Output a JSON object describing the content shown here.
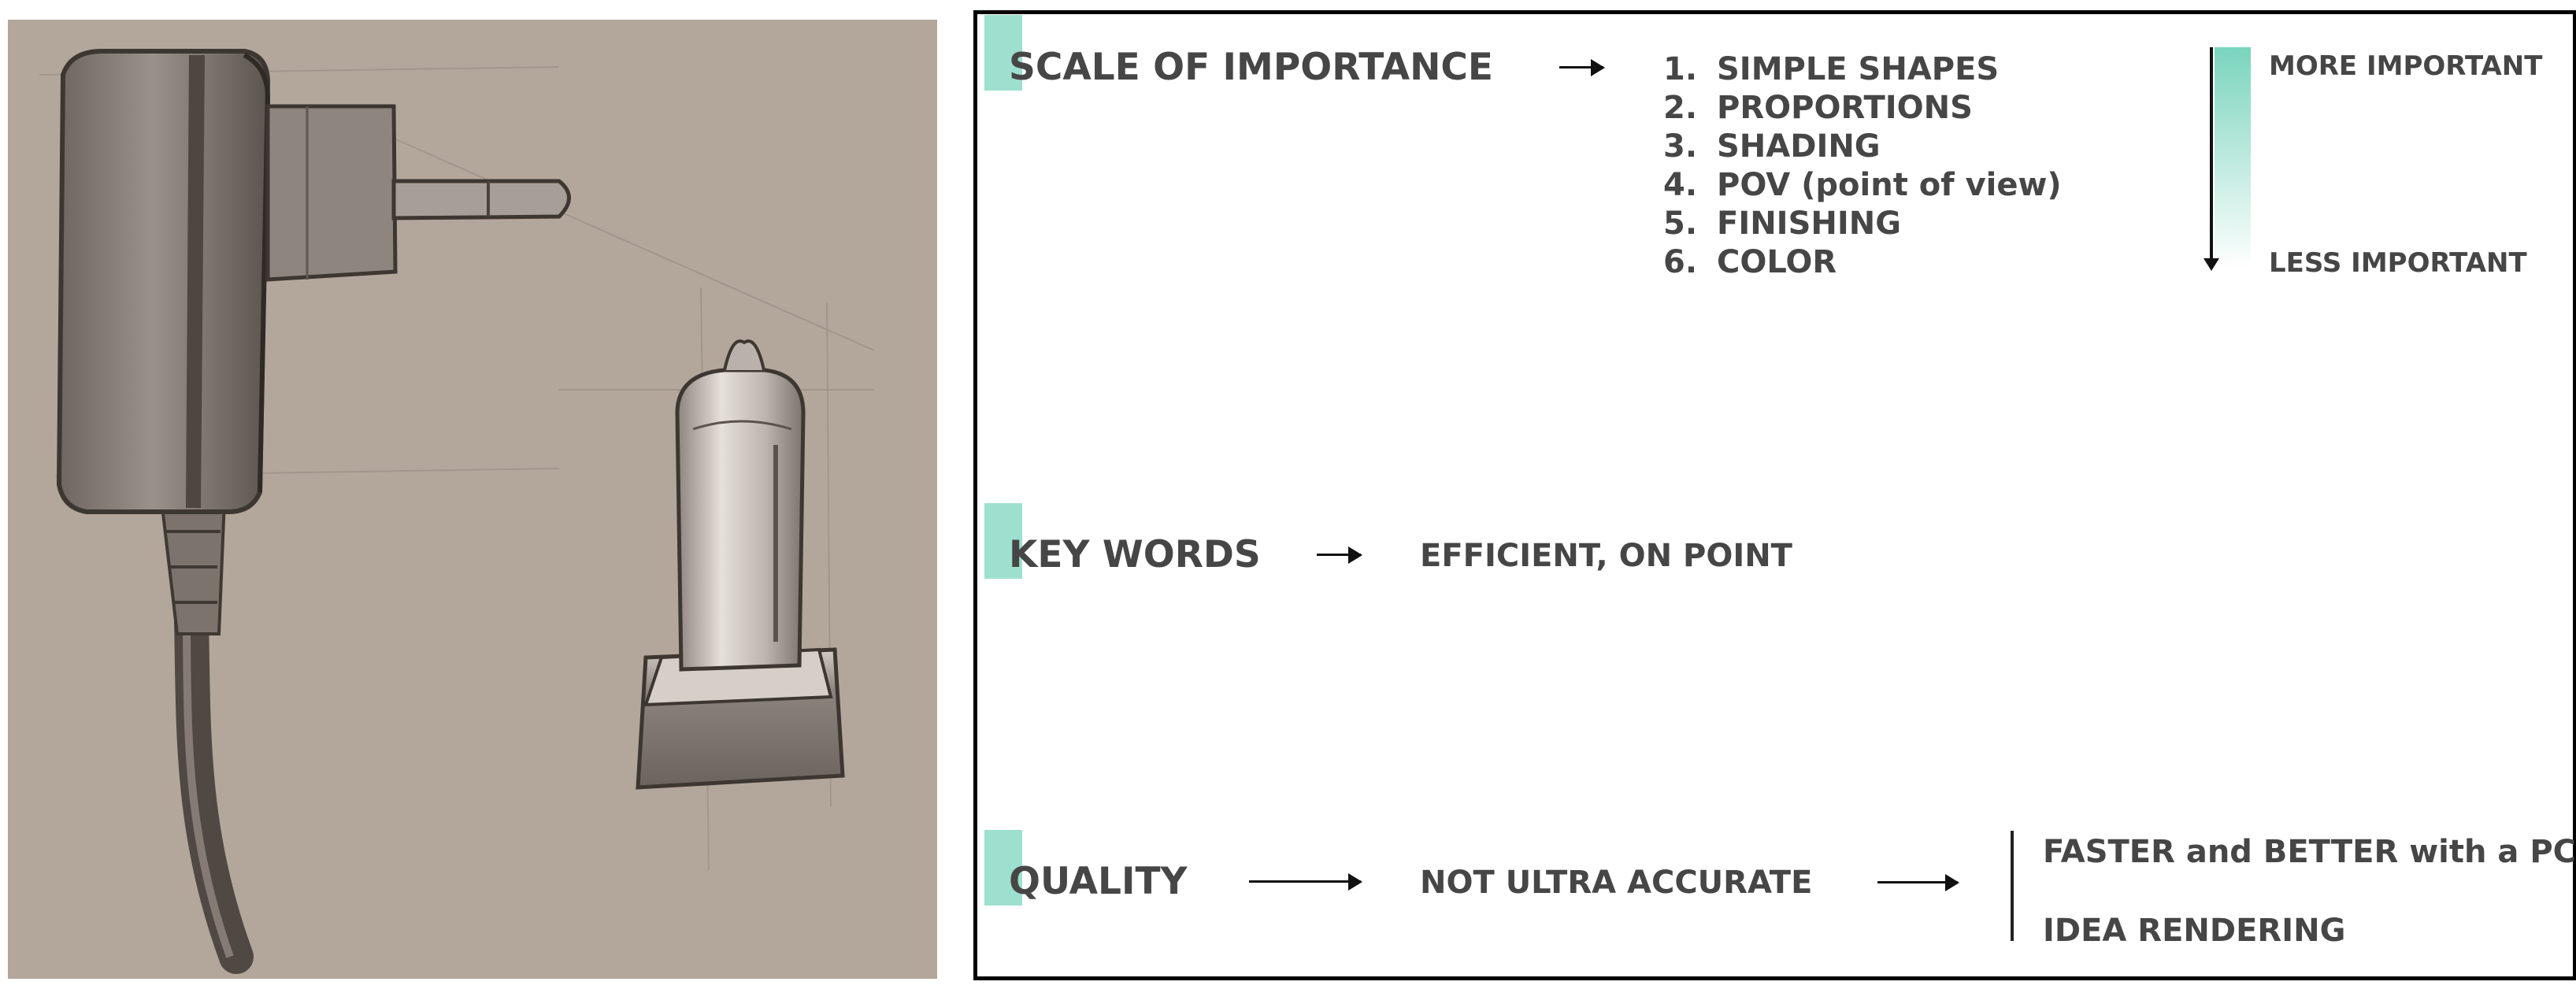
{
  "scale": {
    "heading": "SCALE OF IMPORTANCE",
    "items": [
      {
        "num": "1.",
        "label": "SIMPLE SHAPES"
      },
      {
        "num": "2.",
        "label": "PROPORTIONS"
      },
      {
        "num": "3.",
        "label": "SHADING"
      },
      {
        "num": "4.",
        "label": "POV (point of view)"
      },
      {
        "num": "5.",
        "label": "FINISHING"
      },
      {
        "num": "6.",
        "label": "COLOR"
      }
    ],
    "more_important": "MORE IMPORTANT",
    "less_important": "LESS IMPORTANT"
  },
  "keywords": {
    "heading": "KEY WORDS",
    "value": "EFFICIENT, ON POINT"
  },
  "quality": {
    "heading": "QUALITY",
    "value": "NOT ULTRA ACCURATE",
    "result_1": "FASTER and BETTER with a PC",
    "result_2": "IDEA RENDERING"
  },
  "colors": {
    "accent": "#9ee0cf",
    "sketch_background": "#b3a69b",
    "text": "#464646"
  }
}
